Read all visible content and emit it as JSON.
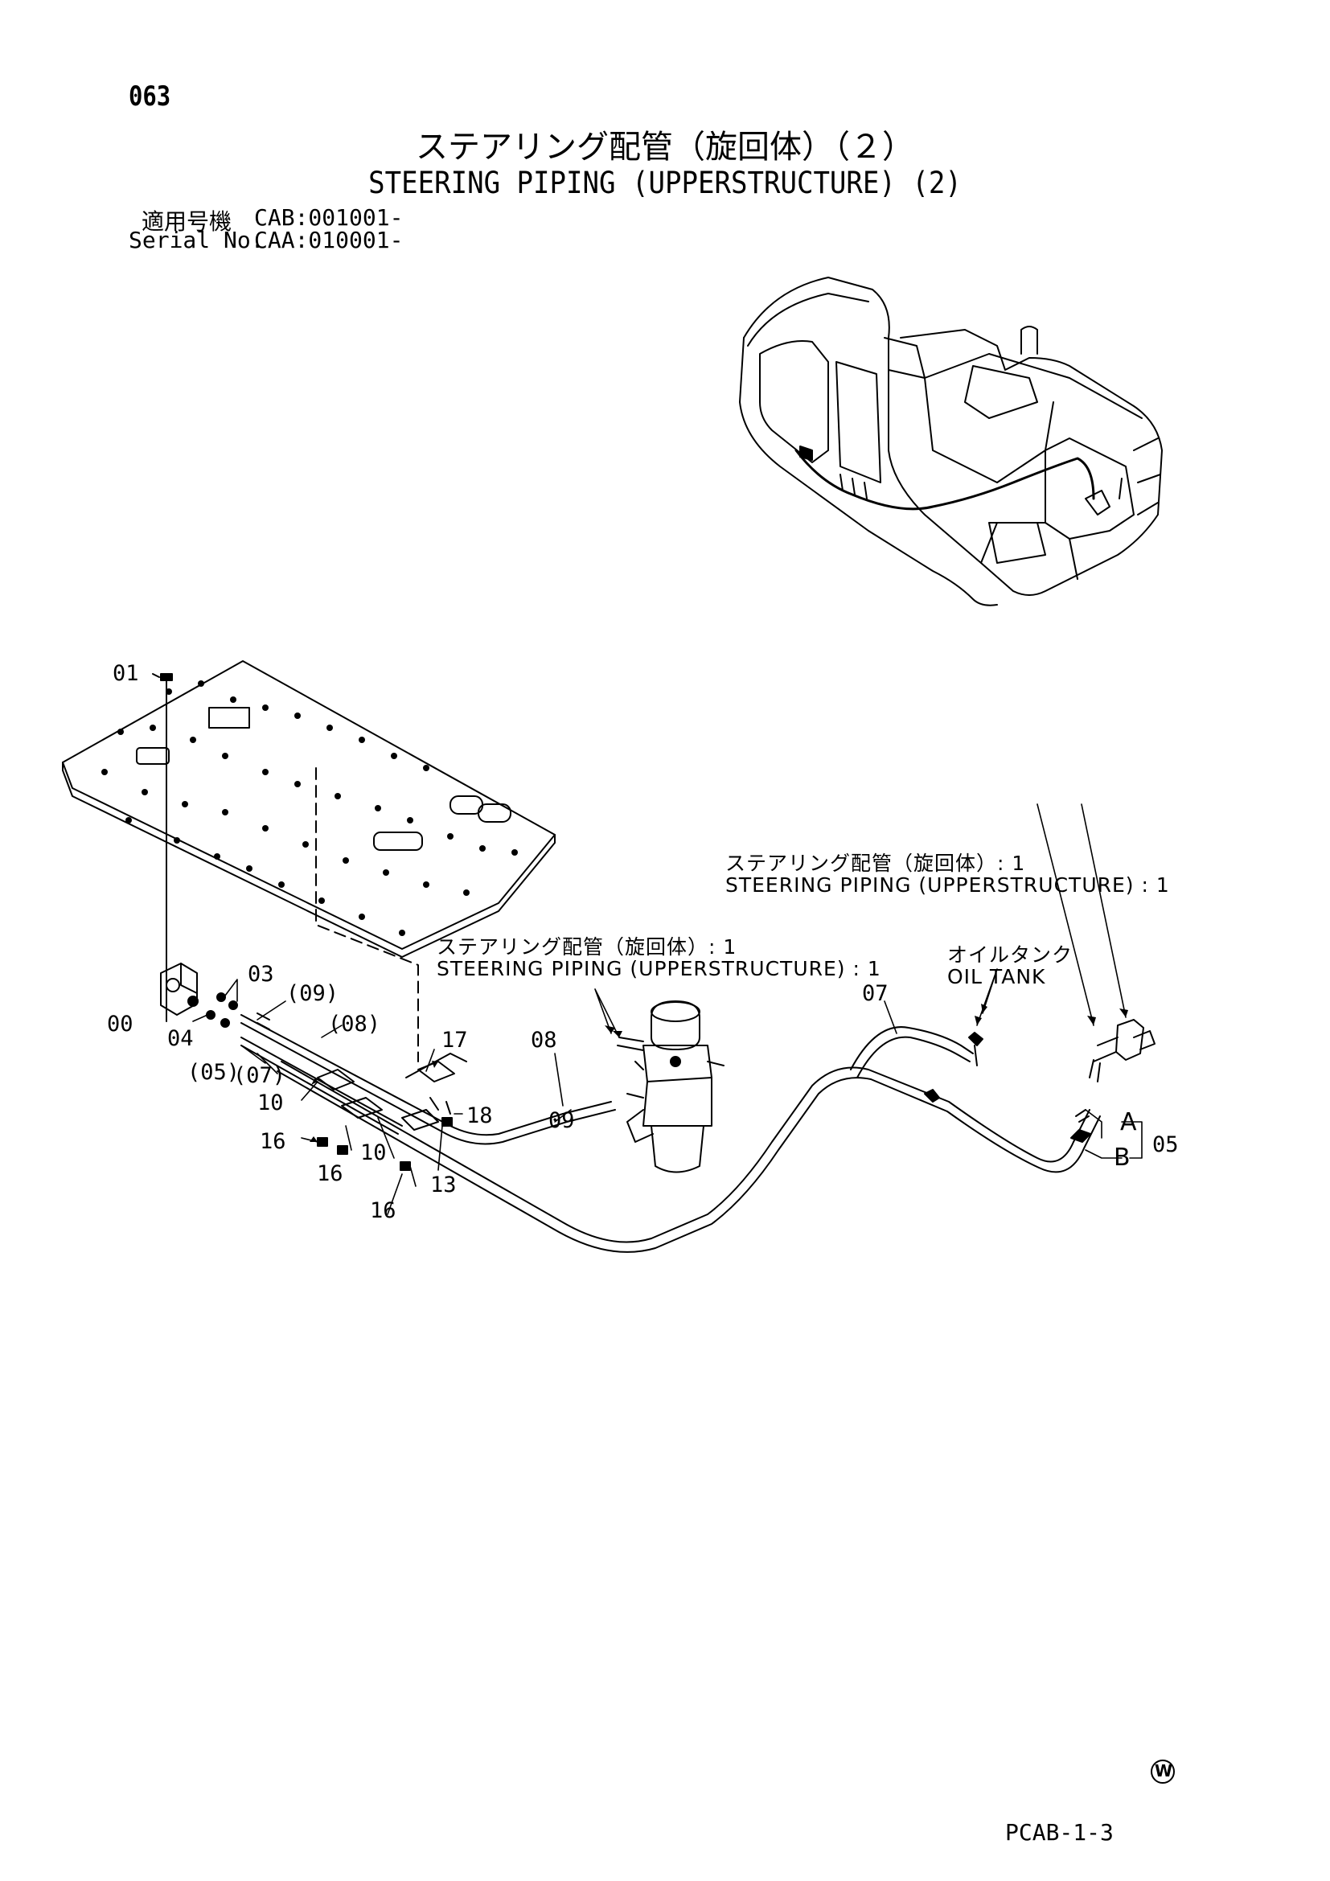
{
  "header": {
    "page_number": "063",
    "title_jp": "ステアリング配管（旋回体）（２）",
    "title_en": "STEERING PIPING (UPPERSTRUCTURE) (2)",
    "serial_label_jp": "適用号機",
    "serial_value_1": "CAB:001001-",
    "serial_label_en": "Serial No.",
    "serial_value_2": "CAA:010001-"
  },
  "callouts": {
    "upper_jp": "ステアリング配管（旋回体）: 1",
    "upper_en": "STEERING PIPING (UPPERSTRUCTURE) : 1",
    "mid_jp": "ステアリング配管（旋回体）: 1",
    "mid_en": "STEERING PIPING (UPPERSTRUCTURE) : 1",
    "oil_jp": "オイルタンク",
    "oil_en": "OIL TANK"
  },
  "part_labels": {
    "p01": "01",
    "p00": "00",
    "p03": "03",
    "p04": "04",
    "p09a": "(09)",
    "p08a": "(08)",
    "p05a": "(05)",
    "p07a": "(07)",
    "p10a": "10",
    "p10b": "10",
    "p16a": "16",
    "p16b": "16",
    "p16c": "16",
    "p13": "13",
    "p17": "17",
    "p18": "18",
    "p08": "08",
    "p09": "09",
    "p07": "07",
    "pA": "A",
    "pB": "B",
    "p05": "05"
  },
  "footer": {
    "mark": "W",
    "code": "PCAB-1-3"
  }
}
